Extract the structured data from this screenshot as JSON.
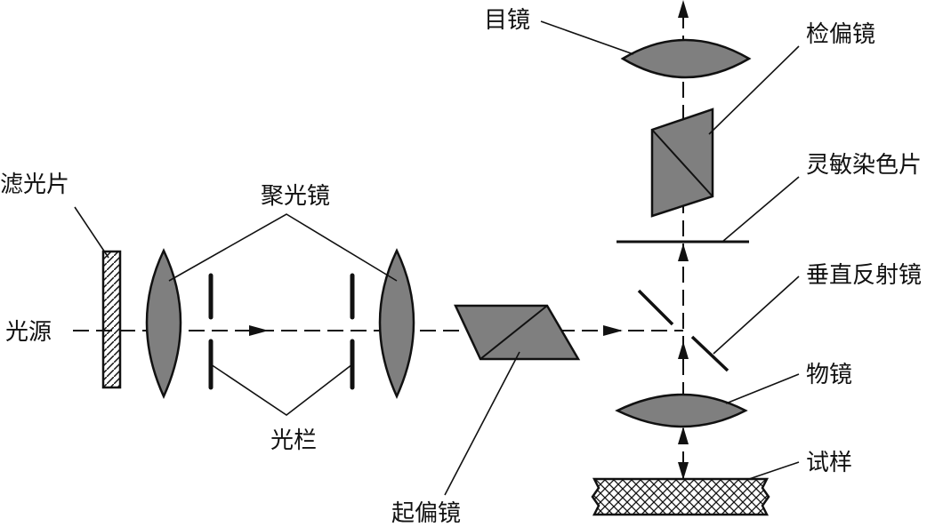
{
  "labels": {
    "filter": "滤光片",
    "light_source": "光源",
    "condenser": "聚光镜",
    "diaphragm": "光栏",
    "polarizer": "起偏镜",
    "eyepiece": "目镜",
    "analyzer": "检偏镜",
    "sensitive_tint_plate": "灵敏染色片",
    "vertical_reflector": "垂直反射镜",
    "objective": "物镜",
    "specimen": "试样"
  },
  "colors": {
    "component_fill": "#7f7f7f",
    "line": "#111111",
    "background": "#ffffff"
  }
}
